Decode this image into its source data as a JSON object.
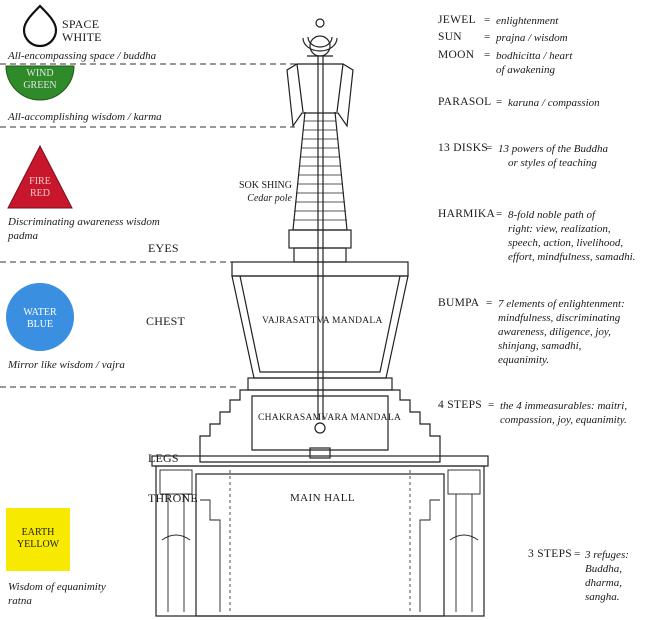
{
  "elements": {
    "space": {
      "name": "SPACE",
      "color_name": "WHITE",
      "quality": "All-encompassing space / buddha",
      "fill": "#ffffff"
    },
    "wind": {
      "name": "WIND",
      "color_name": "GREEN",
      "quality": "All-accomplishing wisdom / karma",
      "fill": "#2f8a2a"
    },
    "fire": {
      "name": "FIRE",
      "color_name": "RED",
      "quality_line1": "Discriminating awareness wisdom",
      "quality_line2": "padma",
      "fill": "#c8172d"
    },
    "water": {
      "name": "WATER",
      "color_name": "BLUE",
      "quality": "Mirror like wisdom / vajra",
      "fill": "#3a8fe0"
    },
    "earth": {
      "name": "EARTH",
      "color_name": "YELLOW",
      "quality_line1": "Wisdom of equanimity",
      "quality_line2": "ratna",
      "fill": "#f7ea00"
    }
  },
  "body_parts": {
    "eyes": "EYES",
    "chest": "CHEST",
    "legs": "LEGS",
    "throne": "THRONE"
  },
  "stupa_labels": {
    "sok_shing": "SOK SHING",
    "sok_shing_sub": "Cedar pole",
    "vajrasattva": "VAJRASATTVA MANDALA",
    "chakrasamvara": "CHAKRASAMVARA MANDALA",
    "main_hall": "MAIN HALL"
  },
  "legend": {
    "jewel": {
      "term": "JEWEL",
      "def": "enlightenment"
    },
    "sun": {
      "term": "SUN",
      "def": "prajna / wisdom"
    },
    "moon": {
      "term": "MOON",
      "def1": "bodhicitta / heart",
      "def2": "of awakening"
    },
    "parasol": {
      "term": "PARASOL",
      "def": "karuna / compassion"
    },
    "disks": {
      "term": "13 DISKS",
      "def1": "13 powers of the Buddha",
      "def2": "or styles of teaching"
    },
    "harmika": {
      "term": "HARMIKA",
      "lines": [
        "8-fold noble path of",
        "right: view, realization,",
        "speech, action, livelihood,",
        "effort, mindfulness, samadhi."
      ]
    },
    "bumpa": {
      "term": "BUMPA",
      "lines": [
        "7 elements of enlightenment:",
        "mindfulness, discriminating",
        "awareness, diligence, joy,",
        "shinjang, samadhi,",
        "equanimity."
      ]
    },
    "four_steps": {
      "term": "4 STEPS",
      "lines": [
        "the 4 immeasurables: maitri,",
        "compassion, joy, equanimity."
      ]
    },
    "three_steps": {
      "term": "3 STEPS",
      "lines": [
        "3 refuges:",
        "Buddha,",
        "dharma,",
        "sangha."
      ]
    }
  }
}
